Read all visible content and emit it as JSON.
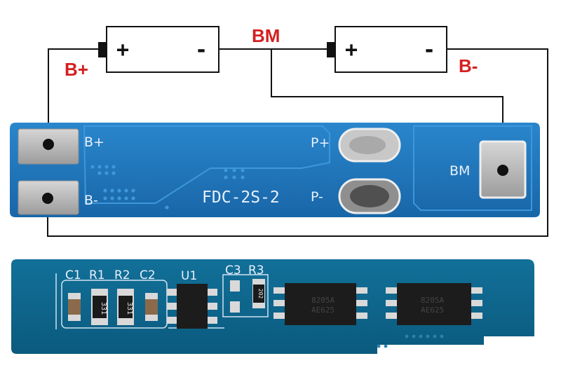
{
  "wiring": {
    "label_b_plus": "B+",
    "label_bm": "BM",
    "label_b_minus": "B-",
    "cell_left": {
      "plus": "+",
      "minus": "-"
    },
    "cell_right": {
      "plus": "+",
      "minus": "-"
    }
  },
  "board_top": {
    "pad_b_plus": "B+",
    "pad_b_minus": "B-",
    "pad_p_plus": "P+",
    "pad_p_minus": "P-",
    "pad_bm": "BM",
    "model": "FDC-2S-2"
  },
  "board_bottom": {
    "designators": [
      "C1",
      "R1",
      "R2",
      "C2",
      "U1",
      "C3",
      "R3"
    ],
    "resistor_code_r1": "331",
    "resistor_code_r2": "331",
    "resistor_code_r3": "202",
    "ic1_marking": "8205A",
    "ic1_marking2": "AE625",
    "ic2_marking": "8205A",
    "ic2_marking2": "AE625"
  },
  "colors": {
    "wire_label": "#d42020",
    "pcb_blue": "#1a6fb5",
    "pcb_dark": "#0e5e8a",
    "pad_silver": "#b5b5b5"
  }
}
